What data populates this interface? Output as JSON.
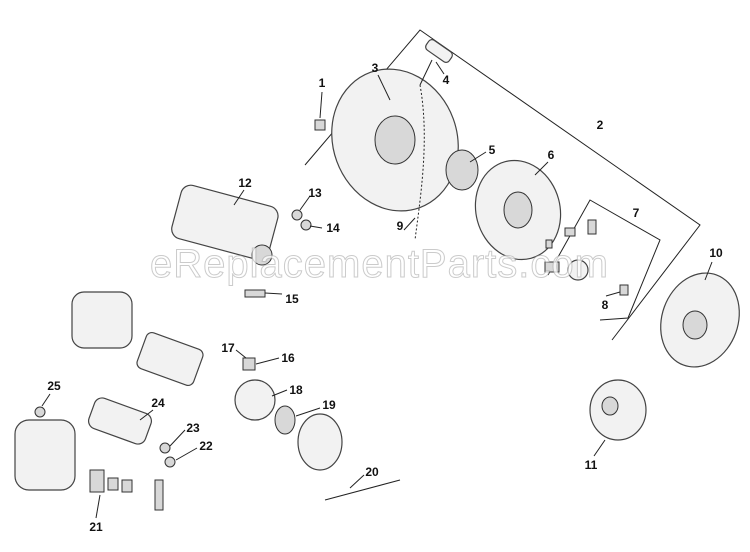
{
  "watermark": "eReplacementParts.com",
  "callouts": [
    "1",
    "2",
    "3",
    "4",
    "5",
    "6",
    "7",
    "8",
    "9",
    "10",
    "11",
    "12",
    "13",
    "14",
    "15",
    "16",
    "17",
    "18",
    "19",
    "20",
    "21",
    "22",
    "23",
    "24",
    "25"
  ]
}
